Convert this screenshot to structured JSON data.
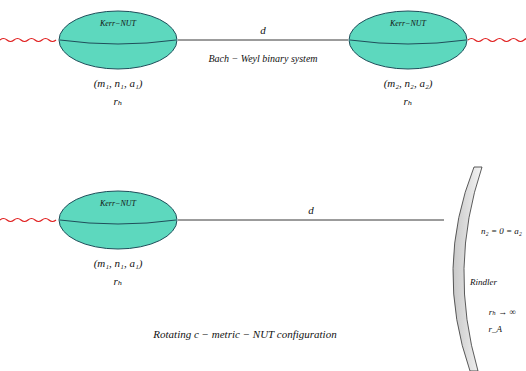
{
  "diagram": {
    "nodes": [
      {
        "text": [
          "Kerr−NUT"
        ]
      },
      {
        "text": [
          "Kerr−NUT"
        ]
      },
      {
        "text": [
          "Kerr−NUT"
        ]
      },
      {
        "text": [
          "Rindler"
        ]
      }
    ],
    "edges": [
      {
        "from": 0,
        "to": 1,
        "arrow": "none",
        "label": "d"
      },
      {
        "from": 2,
        "to": 3,
        "arrow": "none",
        "label": "d"
      }
    ],
    "labels": [
      "Bach − Weyl binary system",
      "(m₁, n₁, a₁)",
      "rₕ",
      "(m₂, n₂, a₂)",
      "rₕ",
      "(m₁, n₁, a₁)",
      "rₕ",
      "n₂ = 0 = a₂",
      "rₕ → ∞",
      "r_A",
      "Rotating c − metric − NUT configuration"
    ]
  }
}
